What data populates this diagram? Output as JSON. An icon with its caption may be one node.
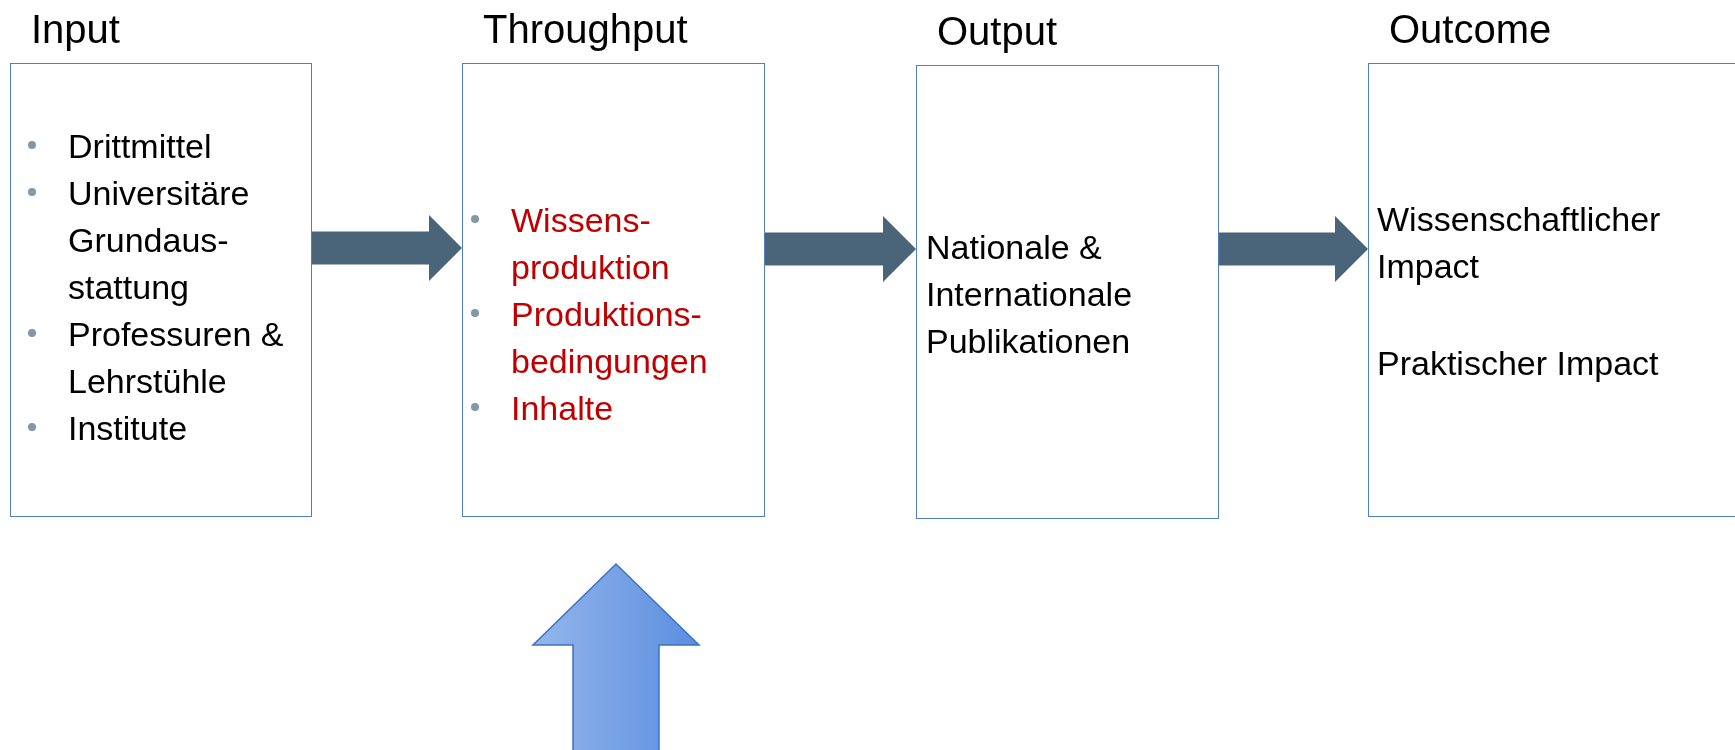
{
  "diagram": {
    "nodes": [
      {
        "text": [
          "Input",
          "Drittmittel",
          "Universitäre Grundaus- stattung",
          "Professuren & Lehrstühle",
          "Institute"
        ]
      },
      {
        "text": [
          "Throughput",
          "Wissens- produktion",
          "Produktions- bedingungen",
          "Inhalte"
        ]
      },
      {
        "text": [
          "Output",
          "Nationale & Internationale Publikationen"
        ]
      },
      {
        "text": [
          "Outcome",
          "Wissenschaftlicher Impact",
          "Praktischer Impact"
        ]
      }
    ],
    "edges": [
      {
        "from": 0,
        "to": 1,
        "arrow": "to"
      },
      {
        "from": 1,
        "to": 2,
        "arrow": "to"
      },
      {
        "from": 2,
        "to": 3,
        "arrow": "to"
      },
      {
        "from": null,
        "to": 1,
        "arrow": "to",
        "color": "#5b8ee0"
      }
    ]
  }
}
